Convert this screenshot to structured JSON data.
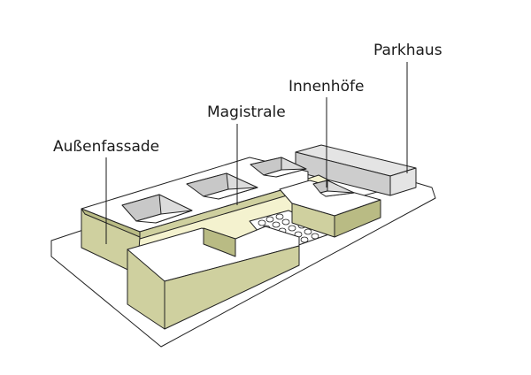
{
  "labels": {
    "parkhaus": "Parkhaus",
    "innenhoefe": "Innenhöfe",
    "magistrale": "Magistrale",
    "aussenfassade": "Außenfassade"
  },
  "colors": {
    "facade_green": "#cfd09f",
    "magistrale_yellow": "#f4f2cf",
    "parkhaus_grey": "#e4e4e4",
    "outline": "#222222"
  }
}
